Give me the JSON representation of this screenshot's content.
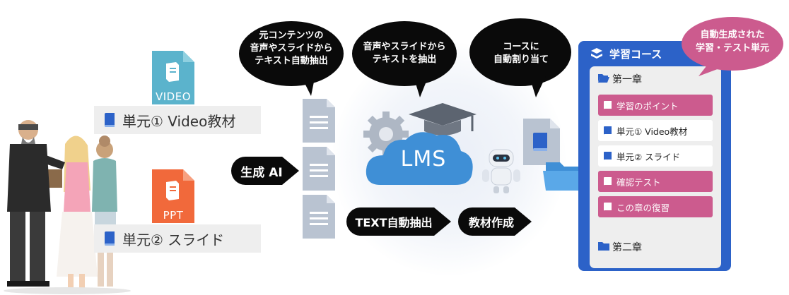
{
  "sources": {
    "video_label": "VIDEO",
    "ppt_label": "PPT",
    "unit1": "単元① Video教材",
    "unit2": "単元② スライド"
  },
  "arrows": {
    "generative_ai": "生成 AI",
    "text_extraction": "TEXT自動抽出",
    "material_creation": "教材作成"
  },
  "bubbles": {
    "b1": [
      "元コンテンツの",
      "音声やスライドから",
      "テキスト自動抽出"
    ],
    "b2": [
      "音声やスライドから",
      "テキストを抽出"
    ],
    "b3": [
      "コースに",
      "自動割り当て"
    ]
  },
  "lms": {
    "label": "LMS"
  },
  "course": {
    "title": "学習コース",
    "chapter1": "第一章",
    "items": [
      {
        "label": "学習のポイント",
        "style": "pink"
      },
      {
        "label": "単元① Video教材",
        "style": "white"
      },
      {
        "label": "単元② スライド",
        "style": "white"
      },
      {
        "label": "確認テスト",
        "style": "pink"
      },
      {
        "label": "この章の復習",
        "style": "pink"
      }
    ],
    "chapter2": "第二章"
  },
  "badge": [
    "自動生成された",
    "学習・テスト単元"
  ],
  "colors": {
    "video_tile": "#5bb3cc",
    "ppt_tile": "#f1693b",
    "panel_blue": "#2c62c8",
    "pink": "#cc5b8e",
    "bubble_black": "#0a0a0a",
    "lms_cloud": "#3f8fd6"
  }
}
